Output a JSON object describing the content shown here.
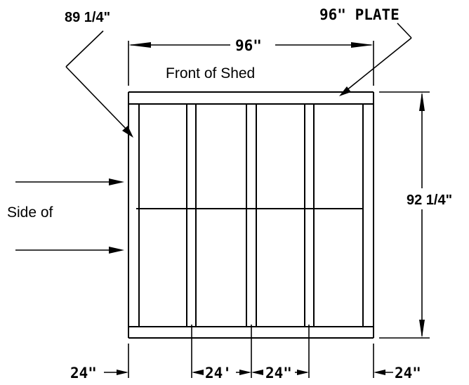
{
  "labels": {
    "top_left_dim": "89 1/4\"",
    "plate": "96\" PLATE",
    "top_width": "96\"",
    "front": "Front of Shed",
    "side": "Side of",
    "right_height": "92 1/4\"",
    "bottom_left": "24\"",
    "bottom_mid_1": "24'",
    "bottom_mid_2": "24\"",
    "bottom_right": "24\""
  }
}
